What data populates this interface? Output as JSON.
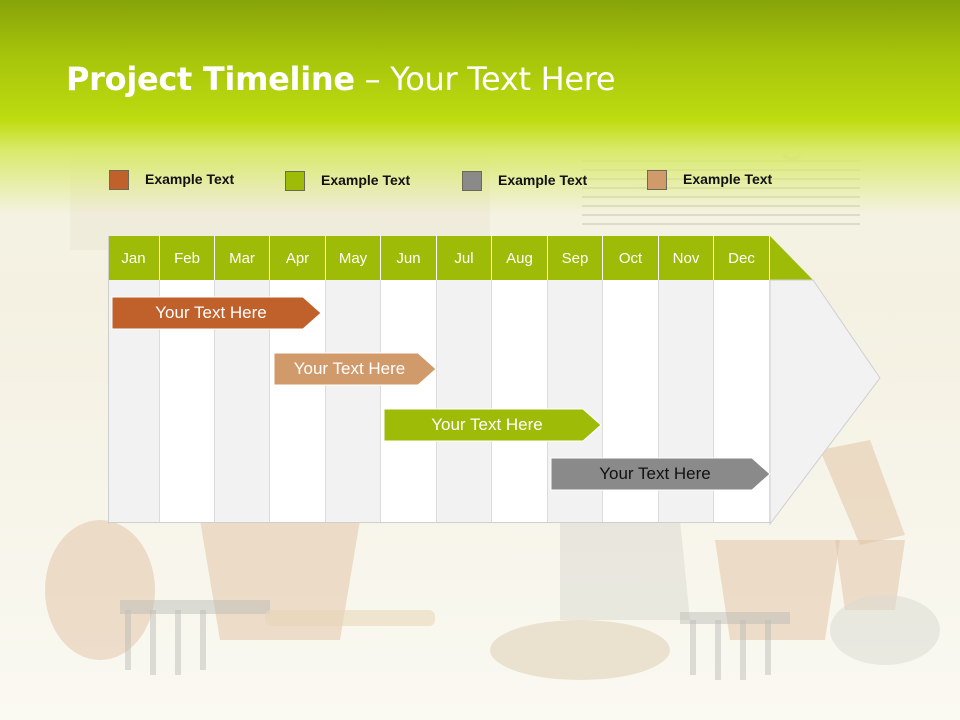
{
  "slide": {
    "title_bold": "Project Timeline",
    "title_rest": " – Your Text Here"
  },
  "legend": [
    {
      "label": "Example Text",
      "color": "#c0602a"
    },
    {
      "label": "Example Text",
      "color": "#9ebb08"
    },
    {
      "label": "Example Text",
      "color": "#8a8a8a"
    },
    {
      "label": "Example Text",
      "color": "#d19a6a"
    }
  ],
  "months": [
    "Jan",
    "Feb",
    "Mar",
    "Apr",
    "May",
    "Jun",
    "Jul",
    "Aug",
    "Sep",
    "Oct",
    "Nov",
    "Dec"
  ],
  "tasks": [
    {
      "label": "Your  Text Here",
      "color": "#c0602a",
      "text_color": "#ffffff"
    },
    {
      "label": "Your  Text Here",
      "color": "#d19a6a",
      "text_color": "#ffffff"
    },
    {
      "label": "Your  Text Here",
      "color": "#9ebb08",
      "text_color": "#ffffff"
    },
    {
      "label": "Your  Text Here",
      "color": "#8a8a8a",
      "text_color": "#111111"
    }
  ],
  "colors": {
    "header_green": "#9ebb08",
    "title_text": "#ffffff"
  }
}
